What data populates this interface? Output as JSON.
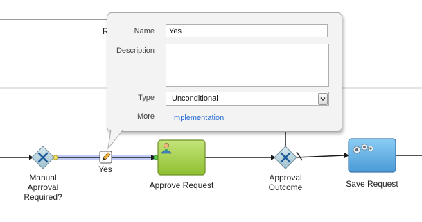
{
  "diagram": {
    "nodes": {
      "manual_gateway_label": "Manual Aprroval Required?",
      "yes_flow_label": "Yes",
      "approve_task_label": "Approve Request",
      "outcome_gateway_label": "Approval Outcome",
      "save_task_label": "Save Request",
      "clipped_text": "R"
    },
    "colors": {
      "gateway_fill": "#b9d4de",
      "user_task_fill": "#a9d24a",
      "service_task_fill": "#63b0e4",
      "selection_glow": "#8a9eef"
    }
  },
  "popup": {
    "name_label": "Name",
    "name_value": "Yes",
    "description_label": "Description",
    "description_value": "",
    "type_label": "Type",
    "type_value": "Unconditional",
    "more_label": "More",
    "implementation_link": "Implementation"
  }
}
